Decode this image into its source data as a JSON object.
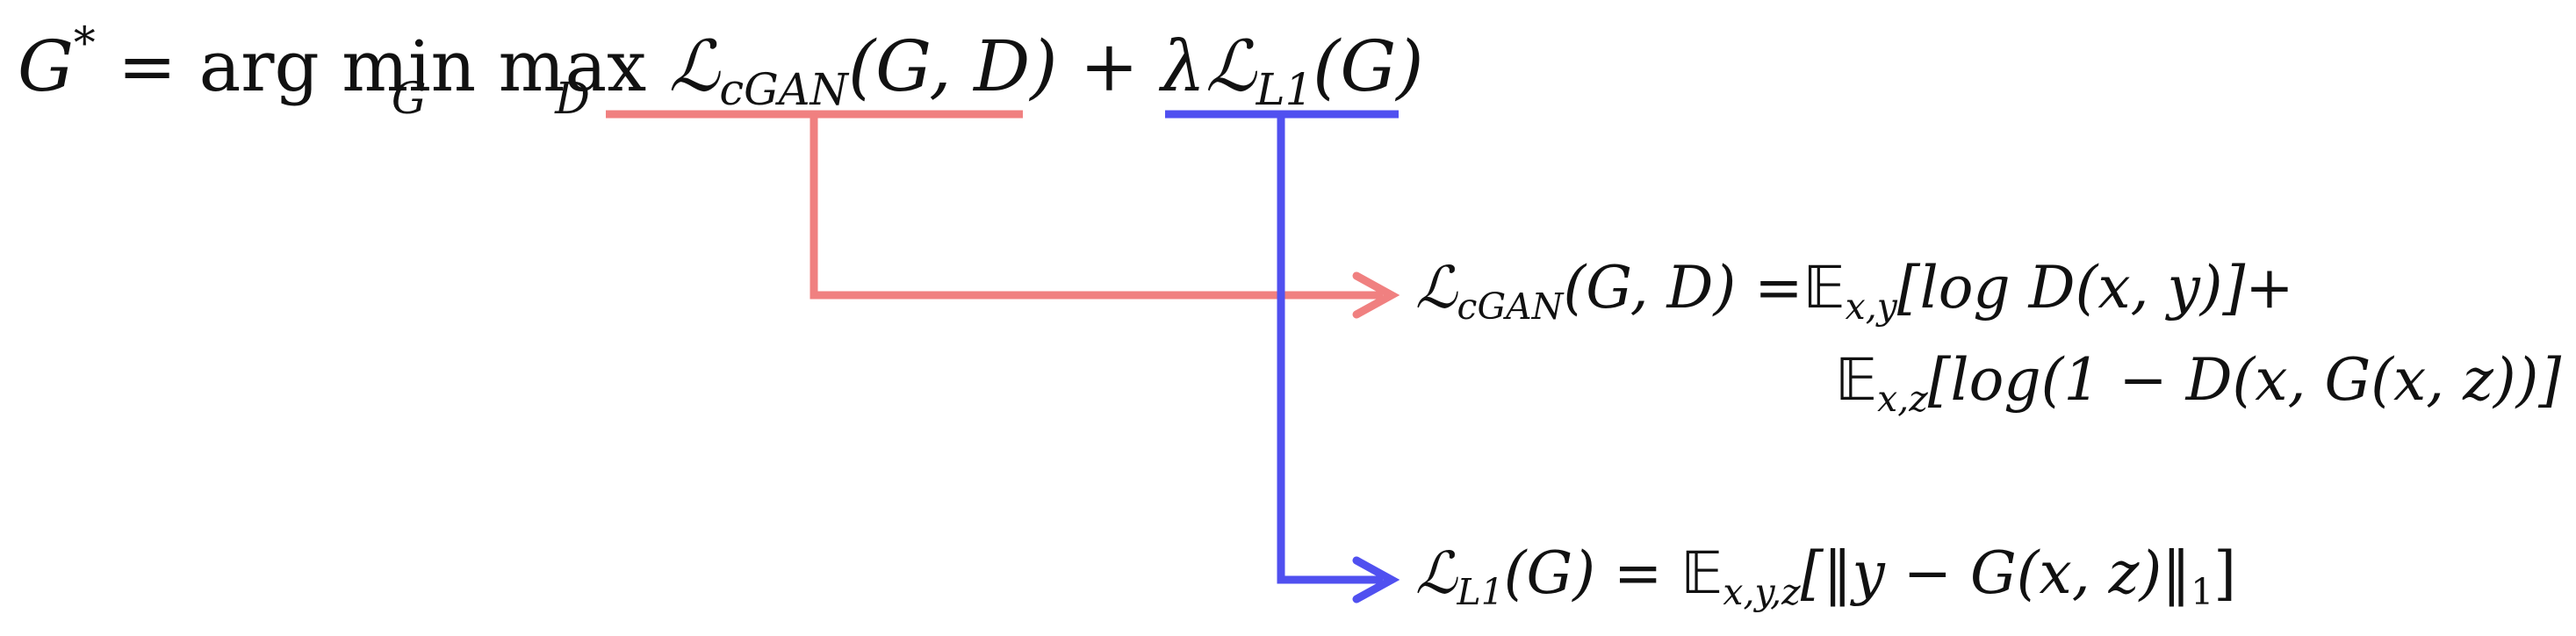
{
  "main_equation": {
    "lhs": "G",
    "lhs_sup": "*",
    "equals": "=",
    "arg": "arg",
    "min_op": "min",
    "min_sub": "G",
    "max_op": "max",
    "max_sub": "D",
    "cgan_symbol": "ℒ",
    "cgan_sub": "cGAN",
    "cgan_args": "(G, D)",
    "plus": "+",
    "lambda": "λ",
    "l1_symbol": "ℒ",
    "l1_sub": "L1",
    "l1_args": "(G)"
  },
  "cgan_definition": {
    "symbol": "ℒ",
    "sub": "cGAN",
    "args": "(G, D) =",
    "expect1": "𝔼",
    "expect1_sub": "x,y",
    "term1": "[log D(x, y)]+",
    "expect2": "𝔼",
    "expect2_sub": "x,z",
    "term2": "[log(1 − D(x, G(x, z))]"
  },
  "l1_definition": {
    "symbol": "ℒ",
    "sub": "L1",
    "args": "(G) =",
    "expect": "𝔼",
    "expect_sub": "x,y,z",
    "term": "[‖y − G(x, z)‖",
    "norm_sub": "1",
    "close": "]"
  },
  "colors": {
    "cgan_connector": "#f08080",
    "l1_connector": "#5050f0",
    "text": "#111111"
  }
}
